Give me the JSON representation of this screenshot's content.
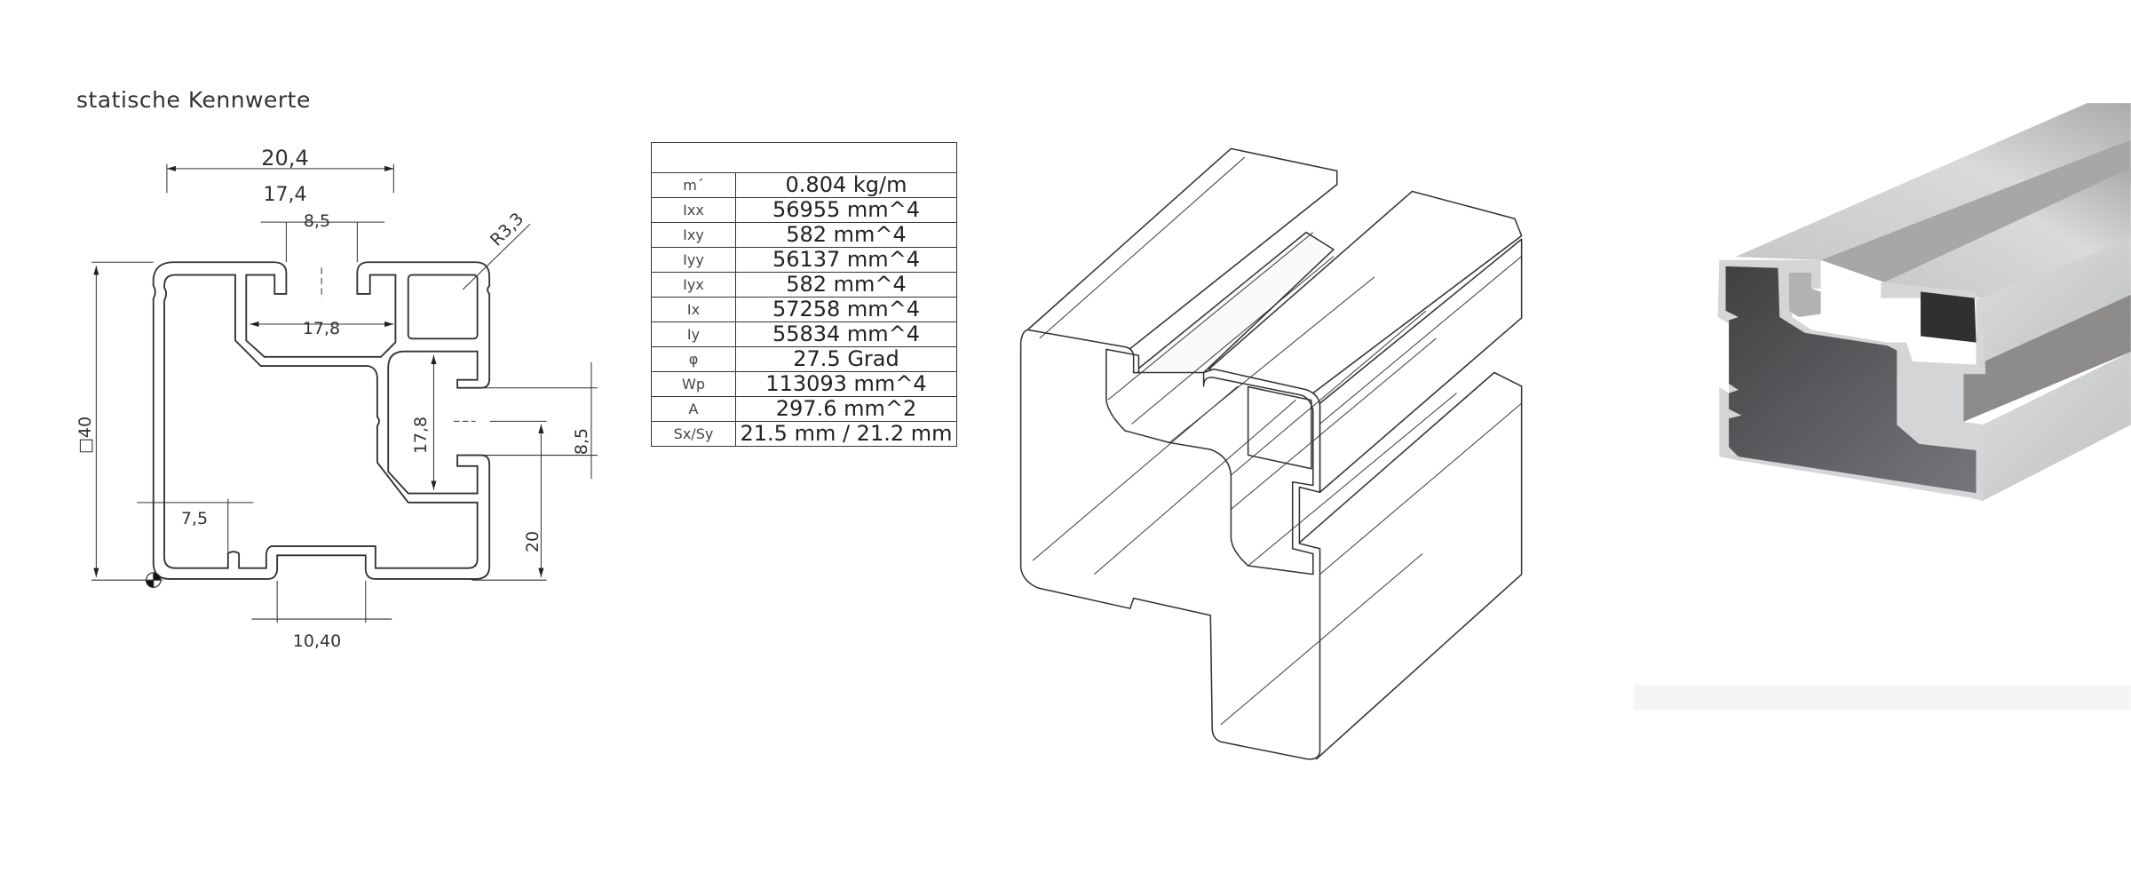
{
  "title": "statische Kennwerte",
  "drawing": {
    "dimensions": {
      "overall_width": "20,4",
      "partial_width": "17,4",
      "top_slot": "8,5",
      "radius": "R3,3",
      "top_slot_inner": "17,8",
      "side_slot_inner": "17,8",
      "side_slot": "8,5",
      "square": "□40",
      "wall_offset": "7,5",
      "side_height": "20",
      "bottom_slot": "10,40"
    }
  },
  "table": {
    "header": "",
    "rows": [
      {
        "label": "m´",
        "value": "0.804 kg/m"
      },
      {
        "label": "Ixx",
        "value": "56955 mm^4"
      },
      {
        "label": "Ixy",
        "value": "582 mm^4"
      },
      {
        "label": "Iyy",
        "value": "56137 mm^4"
      },
      {
        "label": "Iyx",
        "value": "582 mm^4"
      },
      {
        "label": "Ix",
        "value": "57258 mm^4"
      },
      {
        "label": "Iy",
        "value": "55834 mm^4"
      },
      {
        "label": "φ",
        "value": "27.5 Grad"
      },
      {
        "label": "Wp",
        "value": "113093 mm^4"
      },
      {
        "label": "A",
        "value": "297.6 mm^2"
      },
      {
        "label": "Sx/Sy",
        "value": "21.5 mm / 21.2 mm"
      }
    ]
  },
  "colors": {
    "line": "#333333",
    "aluminium": "#c9cbcc",
    "cavity": "#4d4e50"
  }
}
